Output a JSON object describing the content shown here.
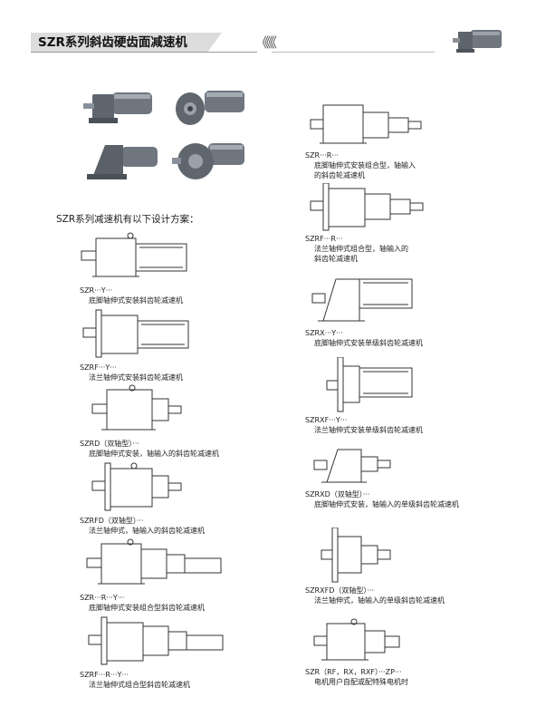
{
  "header": {
    "title": "SZR系列斜齿硬齿面减速机",
    "arrows": "《《《"
  },
  "intro": "SZR系列减速机有以下设计方案：",
  "left_items": [
    {
      "code": "SZR···Y···",
      "desc": "底脚轴伸式安装斜齿轮减速机"
    },
    {
      "code": "SZRF···Y···",
      "desc": "法兰轴伸式安装斜齿轮减速机"
    },
    {
      "code": "SZRD（双轴型）···",
      "desc": "底脚轴伸式安装，轴输入的斜齿轮减速机"
    },
    {
      "code": "SZRFD（双轴型）···",
      "desc": "法兰轴伸式，轴输入的斜齿轮减速机"
    },
    {
      "code": "SZR···R···Y···",
      "desc": "底脚轴伸式安装组合型斜齿轮减速机"
    },
    {
      "code": "SZRF···R···Y···",
      "desc": "法兰轴伸式组合型斜齿轮减速机"
    }
  ],
  "right_items": [
    {
      "code": "SZR···R···",
      "desc": "底脚轴伸式安装组合型，轴输入",
      "desc2": "的斜齿轮减速机"
    },
    {
      "code": "SZRF···R···",
      "desc": "法兰轴伸式组合型，轴输入的",
      "desc2": "斜齿轮减速机"
    },
    {
      "code": "SZRX···Y···",
      "desc": "底脚轴伸式安装单级斜齿轮减速机",
      "desc2": ""
    },
    {
      "code": "SZRXF···Y···",
      "desc": "法兰轴伸式安装单级斜齿轮减速机",
      "desc2": ""
    },
    {
      "code": "SZRXD（双轴型）···",
      "desc": "底脚轴伸式安装，轴输入的单级斜齿轮减速机",
      "desc2": ""
    },
    {
      "code": "SZRXFD（双轴型）···",
      "desc": "法兰轴伸式，轴输入的单级斜齿轮减速机",
      "desc2": ""
    },
    {
      "code": "SZR（RF，RX，RXF）···ZP···",
      "desc": "电机用户自配或配特殊电机时",
      "desc2": ""
    }
  ]
}
